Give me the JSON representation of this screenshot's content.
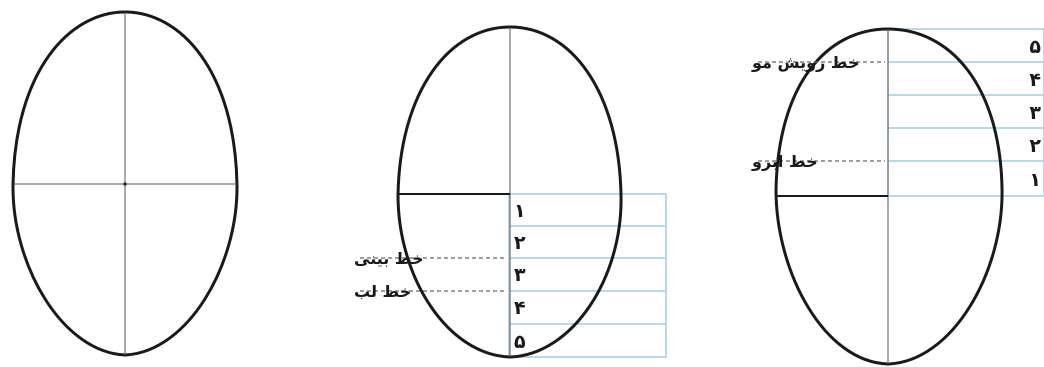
{
  "middle_figure": {
    "numbers": [
      "۱",
      "۲",
      "۳",
      "۴",
      "۵"
    ],
    "labels": {
      "nose_line": "خط بینی",
      "lip_line": "خط لب"
    }
  },
  "right_figure": {
    "numbers": [
      "۵",
      "۴",
      "۳",
      "۲",
      "۱"
    ],
    "labels": {
      "hairline": "خط رویش مو",
      "eyebrow_line": "خط ابرو"
    }
  },
  "colors": {
    "outline": "#1a1a1a",
    "grid": "#9ecde6",
    "guide": "#666666"
  }
}
